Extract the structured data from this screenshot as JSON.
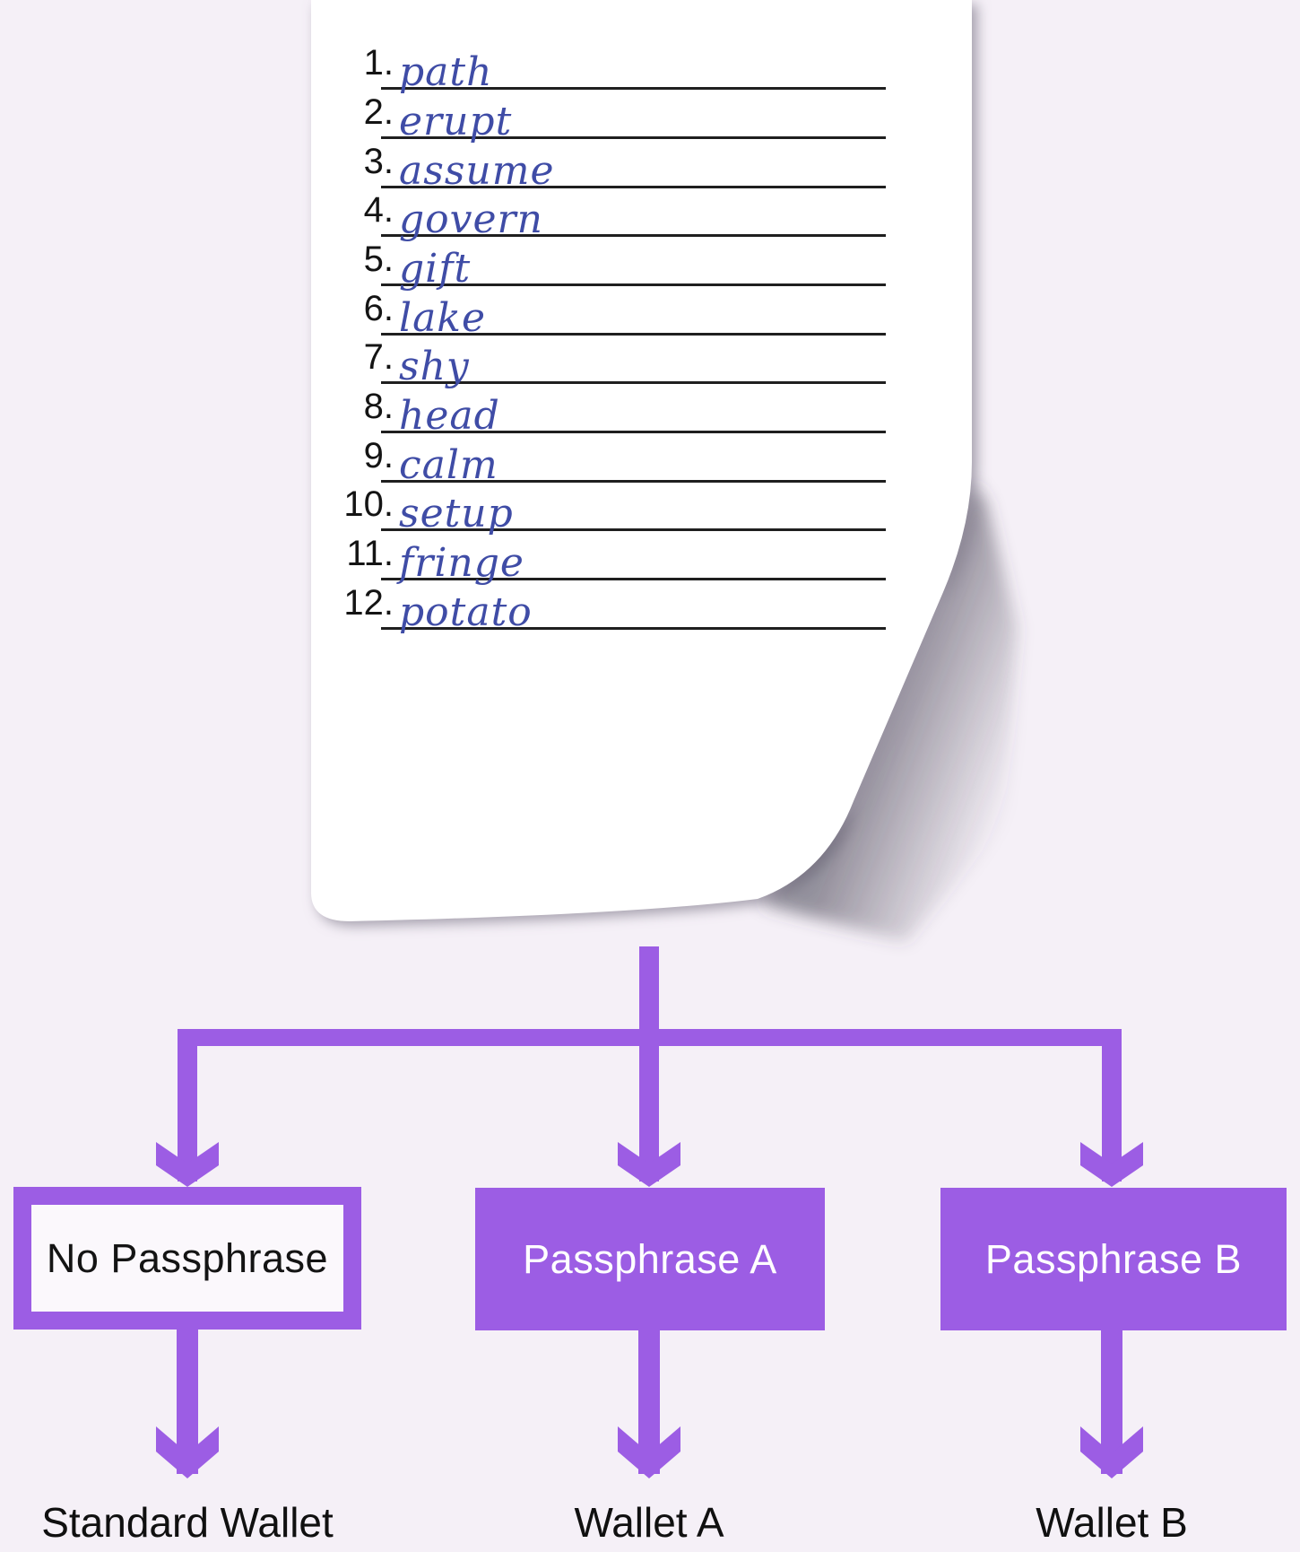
{
  "colors": {
    "background": "#f5f0f7",
    "accent": "#9c5de4",
    "ink": "#3f4ca6",
    "text": "#141414",
    "paper": "#ffffff",
    "box_fill_light": "#fbf8fc"
  },
  "seed_note": {
    "items": [
      {
        "num": "1.",
        "word": "path"
      },
      {
        "num": "2.",
        "word": "erupt"
      },
      {
        "num": "3.",
        "word": "assume"
      },
      {
        "num": "4.",
        "word": "govern"
      },
      {
        "num": "5.",
        "word": "gift"
      },
      {
        "num": "6.",
        "word": "lake"
      },
      {
        "num": "7.",
        "word": "shy"
      },
      {
        "num": "8.",
        "word": "head"
      },
      {
        "num": "9.",
        "word": "calm"
      },
      {
        "num": "10.",
        "word": "setup"
      },
      {
        "num": "11.",
        "word": "fringe"
      },
      {
        "num": "12.",
        "word": "potato"
      }
    ]
  },
  "flowchart": {
    "branches": [
      {
        "box_label": "No Passphrase",
        "style": "outline",
        "result_label": "Standard Wallet"
      },
      {
        "box_label": "Passphrase A",
        "style": "filled",
        "result_label": "Wallet A"
      },
      {
        "box_label": "Passphrase B",
        "style": "filled",
        "result_label": "Wallet B"
      }
    ]
  }
}
